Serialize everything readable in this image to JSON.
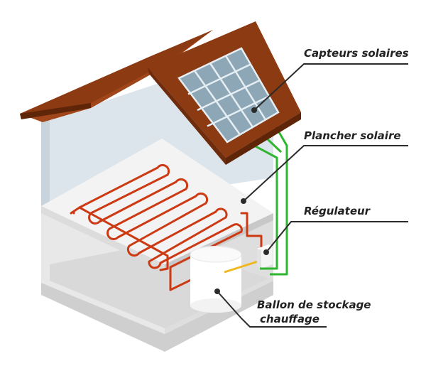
{
  "labels": {
    "solar_collectors": "Capteurs solaires",
    "solar_floor": "Plancher solaire",
    "regulator": "Régulateur",
    "storage_tank_line1": "Ballon de stockage",
    "storage_tank_line2": "chauffage"
  },
  "colors": {
    "roof": "#8b3a12",
    "roof_shade": "#5f2508",
    "panel": "#8ea7b6",
    "panel_grid": "#e4eef3",
    "wall": "#dde5ec",
    "wall_inner": "#cfd9e1",
    "floor_slab": "#f1f1f1",
    "ground": "#d6d6d6",
    "heating_pipe": "#cc3a14",
    "solar_loop": "#2fb52f",
    "hot_link": "#f0b820",
    "leader_line": "#2b2b2b"
  },
  "icons": {
    "house": "house-cutaway-icon",
    "panel": "solar-panel-icon",
    "tank": "storage-tank-icon",
    "regulator": "regulator-box-icon"
  }
}
